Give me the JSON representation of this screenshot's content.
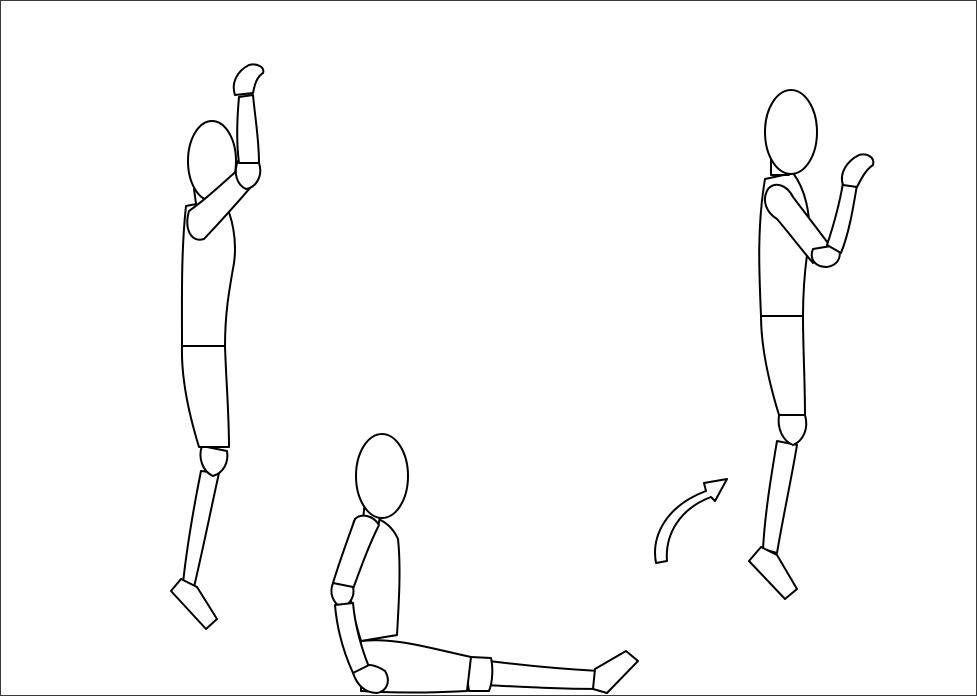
{
  "scene": {
    "figures": [
      {
        "pose": "standing-arm-raised-overhead"
      },
      {
        "pose": "sitting-legs-extended"
      },
      {
        "pose": "standing-arm-raised-forward"
      }
    ],
    "indicator_icon": "curved-arrow-icon",
    "colors": {
      "stroke": "#000000",
      "fill": "#ffffff",
      "border": "#3a3a3a"
    }
  }
}
